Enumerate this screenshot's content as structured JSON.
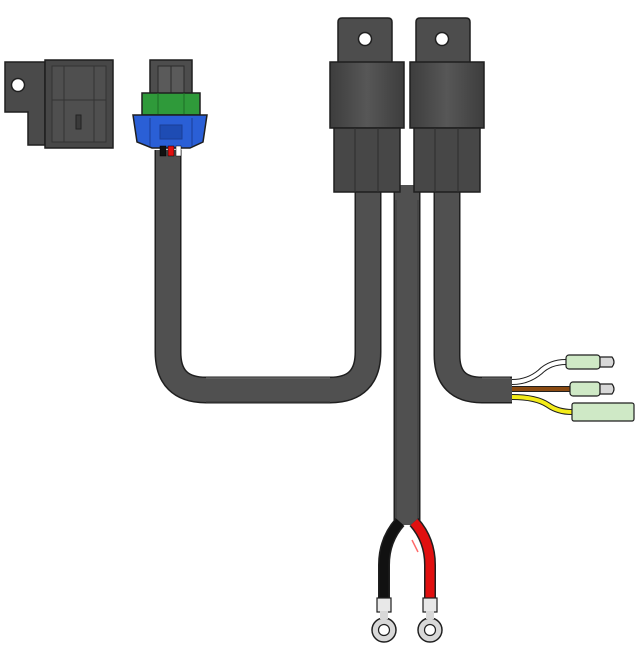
{
  "diagram": {
    "subject": "relay-wiring-harness",
    "colors": {
      "background": "#ffffff",
      "sheath": "#505050",
      "sheath_highlight": "#6e6e6e",
      "outline": "#1f1f1f",
      "relay_body": "#474747",
      "relay_face": "#5a5a5a",
      "connector_blue": "#2a5fd6",
      "connector_green": "#2f9a3a",
      "wire_red": "#e01010",
      "wire_black": "#111111",
      "wire_white": "#ffffff",
      "wire_brown": "#8a4a12",
      "wire_yellow": "#f4ec1a",
      "terminal_green": "#cfe9c6",
      "ring_terminal": "#d8d8d8"
    },
    "components": [
      {
        "name": "fuse-holder-bracket",
        "icon": "bracket-icon"
      },
      {
        "name": "plug-connector",
        "icon": "plug-connector-icon"
      },
      {
        "name": "relay-left",
        "icon": "relay-icon"
      },
      {
        "name": "relay-right",
        "icon": "relay-icon"
      },
      {
        "name": "signal-leads",
        "icon": "spade-terminal-icon"
      },
      {
        "name": "battery-ring-terminals",
        "icon": "ring-terminal-icon"
      }
    ]
  }
}
